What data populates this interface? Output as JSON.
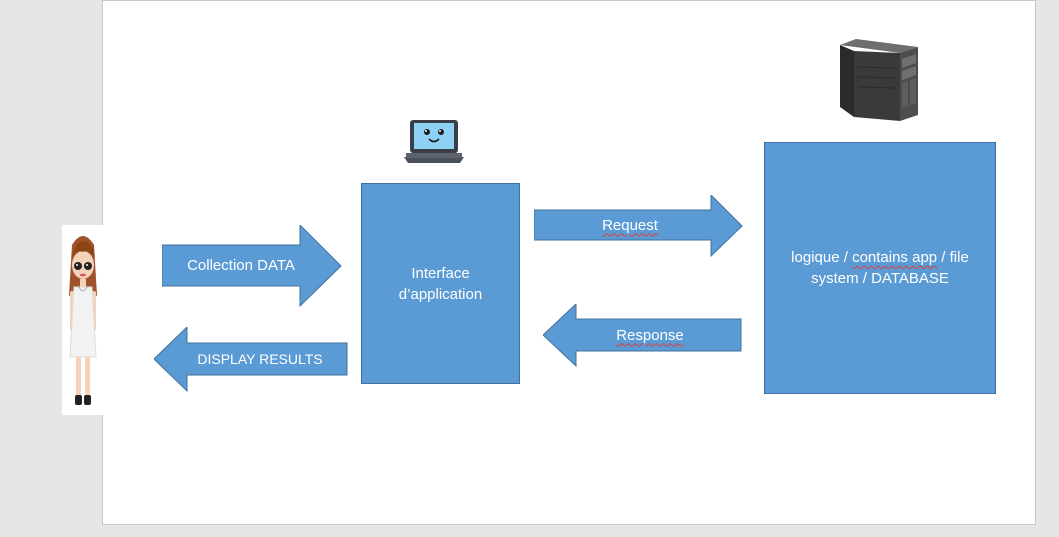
{
  "colors": {
    "box_fill": "#5b9bd5",
    "box_border": "#41719c",
    "background": "#e6e6e6",
    "slide": "#ffffff",
    "spell_underline": "#e23b3b"
  },
  "icons": {
    "user": "woman-avatar-icon",
    "laptop": "laptop-icon",
    "server": "server-tower-icon"
  },
  "nodes": {
    "interface": {
      "line1": "Interface",
      "line2": "d’application"
    },
    "server": {
      "line1_a": "logique / ",
      "line1_b": "contains app",
      "line1_c": " / file",
      "line2": "system / DATABASE"
    }
  },
  "arrows": {
    "collection": "Collection DATA",
    "display": "DISPLAY RESULTS",
    "request": "Request",
    "response": "Response"
  }
}
